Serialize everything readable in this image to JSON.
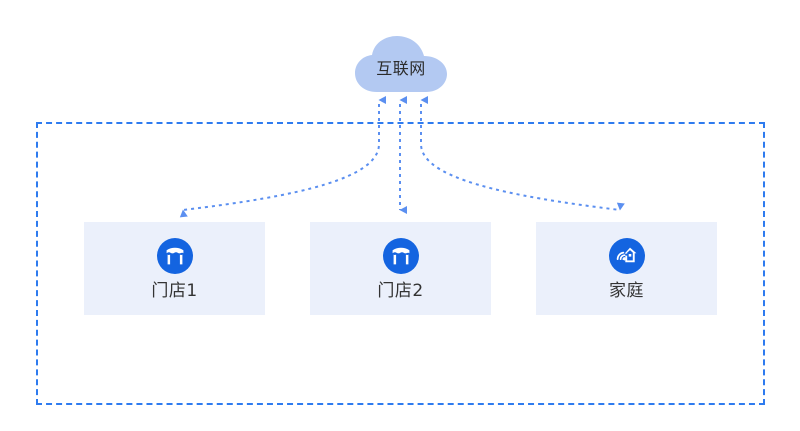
{
  "diagram": {
    "title": "",
    "colors": {
      "cloud_fill": "#B3C9F2",
      "dashed_border": "#2E7BEF",
      "connector": "#5B8FF0",
      "node_fill": "#EBF0FB",
      "icon_circle": "#1464E0",
      "label_text": "#333333",
      "background": "#FFFFFF"
    },
    "cloud": {
      "label": "互联网",
      "icon": "cloud-icon"
    },
    "boundary": {
      "name": "network-boundary",
      "style": "dashed"
    },
    "nodes": [
      {
        "id": "store-1",
        "label": "门店1",
        "icon": "storefront-icon"
      },
      {
        "id": "store-2",
        "label": "门店2",
        "icon": "storefront-icon"
      },
      {
        "id": "home",
        "label": "家庭",
        "icon": "smart-home-wifi-icon"
      }
    ],
    "connections": [
      {
        "from": "store-1",
        "to": "互联网",
        "style": "dashed",
        "bidirectional": true
      },
      {
        "from": "store-2",
        "to": "互联网",
        "style": "dashed",
        "bidirectional": true
      },
      {
        "from": "home",
        "to": "互联网",
        "style": "dashed",
        "bidirectional": true
      }
    ]
  }
}
